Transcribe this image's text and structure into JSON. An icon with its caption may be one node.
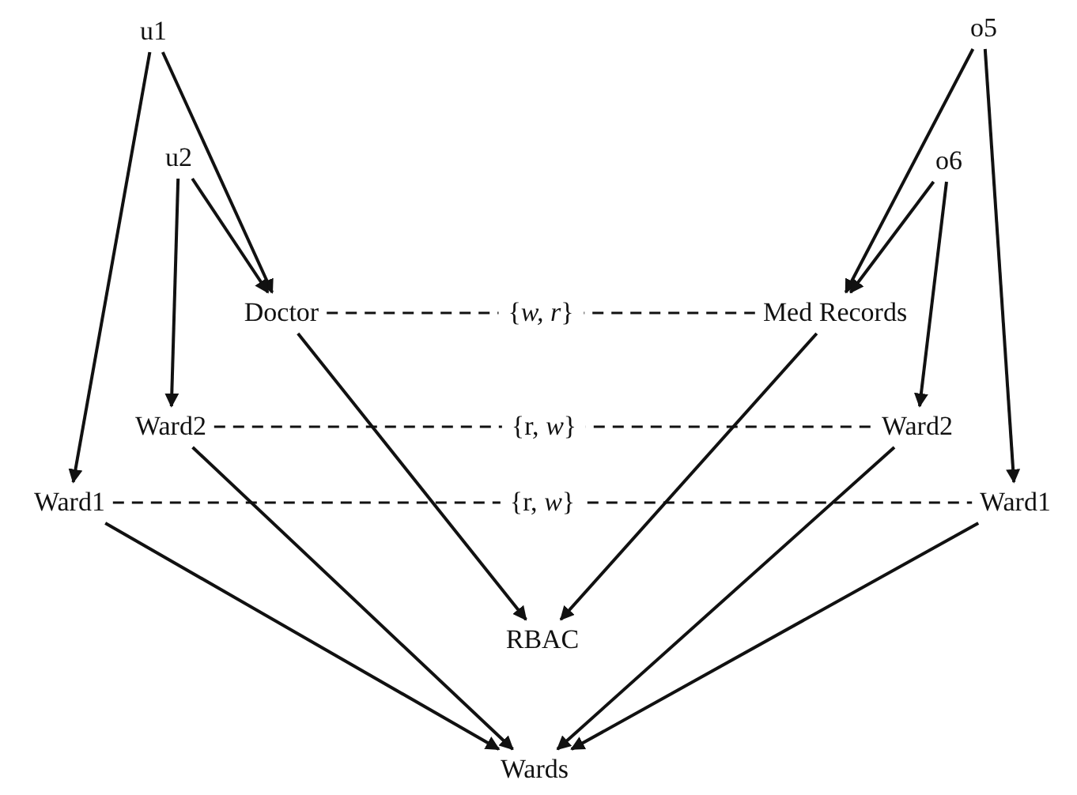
{
  "diagram": {
    "nodes": [
      {
        "text": [
          "u1"
        ]
      },
      {
        "text": [
          "o5"
        ]
      },
      {
        "text": [
          "u2"
        ]
      },
      {
        "text": [
          "o6"
        ]
      },
      {
        "text": [
          "Doctor"
        ]
      },
      {
        "text": [
          "Med Records"
        ]
      },
      {
        "text": [
          "Ward2"
        ]
      },
      {
        "text": [
          "Ward2"
        ]
      },
      {
        "text": [
          "Ward1"
        ]
      },
      {
        "text": [
          "Ward1"
        ]
      },
      {
        "text": [
          "RBAC"
        ]
      },
      {
        "text": [
          "Wards"
        ]
      }
    ],
    "edges": [
      {
        "from": 0,
        "to": 8,
        "arrow": "to"
      },
      {
        "from": 0,
        "to": 4,
        "arrow": "to"
      },
      {
        "from": 2,
        "to": 4,
        "arrow": "to"
      },
      {
        "from": 2,
        "to": 6,
        "arrow": "to"
      },
      {
        "from": 1,
        "to": 5,
        "arrow": "to"
      },
      {
        "from": 1,
        "to": 9,
        "arrow": "to"
      },
      {
        "from": 3,
        "to": 5,
        "arrow": "to"
      },
      {
        "from": 3,
        "to": 7,
        "arrow": "to"
      },
      {
        "from": 4,
        "to": 5,
        "arrow": "none",
        "style": "dashed",
        "label": "{*w, r*}"
      },
      {
        "from": 6,
        "to": 7,
        "arrow": "none",
        "style": "dashed",
        "label": "{r, *w*}"
      },
      {
        "from": 8,
        "to": 9,
        "arrow": "none",
        "style": "dashed",
        "label": "{r, *w*}"
      },
      {
        "from": 4,
        "to": 10,
        "arrow": "to"
      },
      {
        "from": 5,
        "to": 10,
        "arrow": "to"
      },
      {
        "from": 6,
        "to": 11,
        "arrow": "to"
      },
      {
        "from": 8,
        "to": 11,
        "arrow": "to"
      },
      {
        "from": 7,
        "to": 11,
        "arrow": "to"
      },
      {
        "from": 9,
        "to": 11,
        "arrow": "to"
      }
    ]
  }
}
